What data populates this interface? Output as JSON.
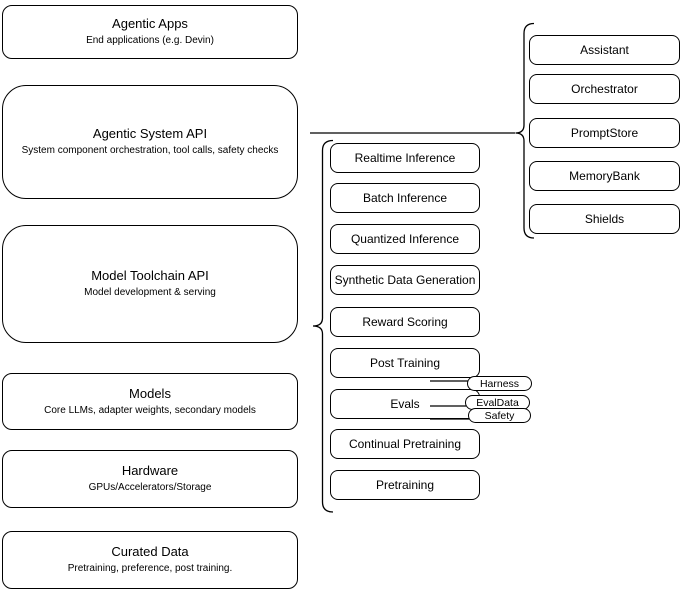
{
  "diagram": {
    "background_color": "#ffffff",
    "stroke_color": "#000000",
    "left_column": {
      "boxes": [
        {
          "title": "Agentic Apps",
          "subtitle": "End applications (e.g. Devin)"
        },
        {
          "title": "Agentic System API",
          "subtitle": "System component orchestration, tool calls, safety checks"
        },
        {
          "title": "Model Toolchain API",
          "subtitle": "Model development & serving"
        },
        {
          "title": "Models",
          "subtitle": "Core LLMs, adapter weights, secondary models"
        },
        {
          "title": "Hardware",
          "subtitle": "GPUs/Accelerators/Storage"
        },
        {
          "title": "Curated Data",
          "subtitle": "Pretraining, preference, post training."
        }
      ]
    },
    "toolchain_group": {
      "items": [
        {
          "label": "Realtime Inference"
        },
        {
          "label": "Batch Inference"
        },
        {
          "label": "Quantized Inference"
        },
        {
          "label": "Synthetic Data Generation"
        },
        {
          "label": "Reward Scoring"
        },
        {
          "label": "Post Training"
        },
        {
          "label": "Evals"
        },
        {
          "label": "Continual Pretraining"
        },
        {
          "label": "Pretraining"
        }
      ]
    },
    "system_group": {
      "items": [
        {
          "label": "Assistant"
        },
        {
          "label": "Orchestrator"
        },
        {
          "label": "PromptStore"
        },
        {
          "label": "MemoryBank"
        },
        {
          "label": "Shields"
        }
      ]
    },
    "evals_tags": [
      {
        "label": "Harness"
      },
      {
        "label": "EvalData"
      },
      {
        "label": "Safety"
      }
    ]
  }
}
